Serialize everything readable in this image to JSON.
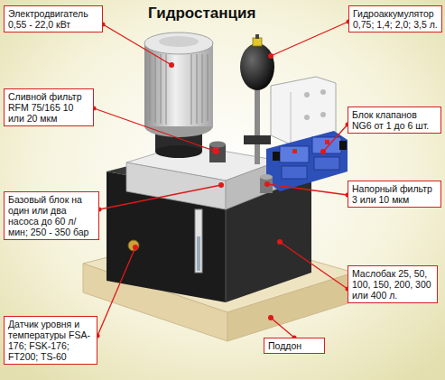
{
  "diagram": {
    "title": "Гидростанция",
    "nodes": [
      {
        "text": [
          "Электродвигатель 0,55 - 22,0 кВт"
        ]
      },
      {
        "text": [
          "Гидроаккумулятор 0,75; 1,4; 2,0; 3,5 л."
        ]
      },
      {
        "text": [
          "Сливной фильтр RFM 75/165 10 или 20 мкм"
        ]
      },
      {
        "text": [
          "Блок клапанов NG6 от 1 до 6 шт."
        ]
      },
      {
        "text": [
          "Базовый блок на один или два насоса до 60 л/мин; 250 - 350 бар"
        ]
      },
      {
        "text": [
          "Напорный фильтр 3 или 10 мкм"
        ]
      },
      {
        "text": [
          "Маслобак 25, 50, 100, 150, 200, 300 или 400 л."
        ]
      },
      {
        "text": [
          "Датчик уровня и температуры FSA-176; FSK-176; FT200; TS-60"
        ]
      },
      {
        "text": [
          "Поддон"
        ]
      }
    ]
  }
}
